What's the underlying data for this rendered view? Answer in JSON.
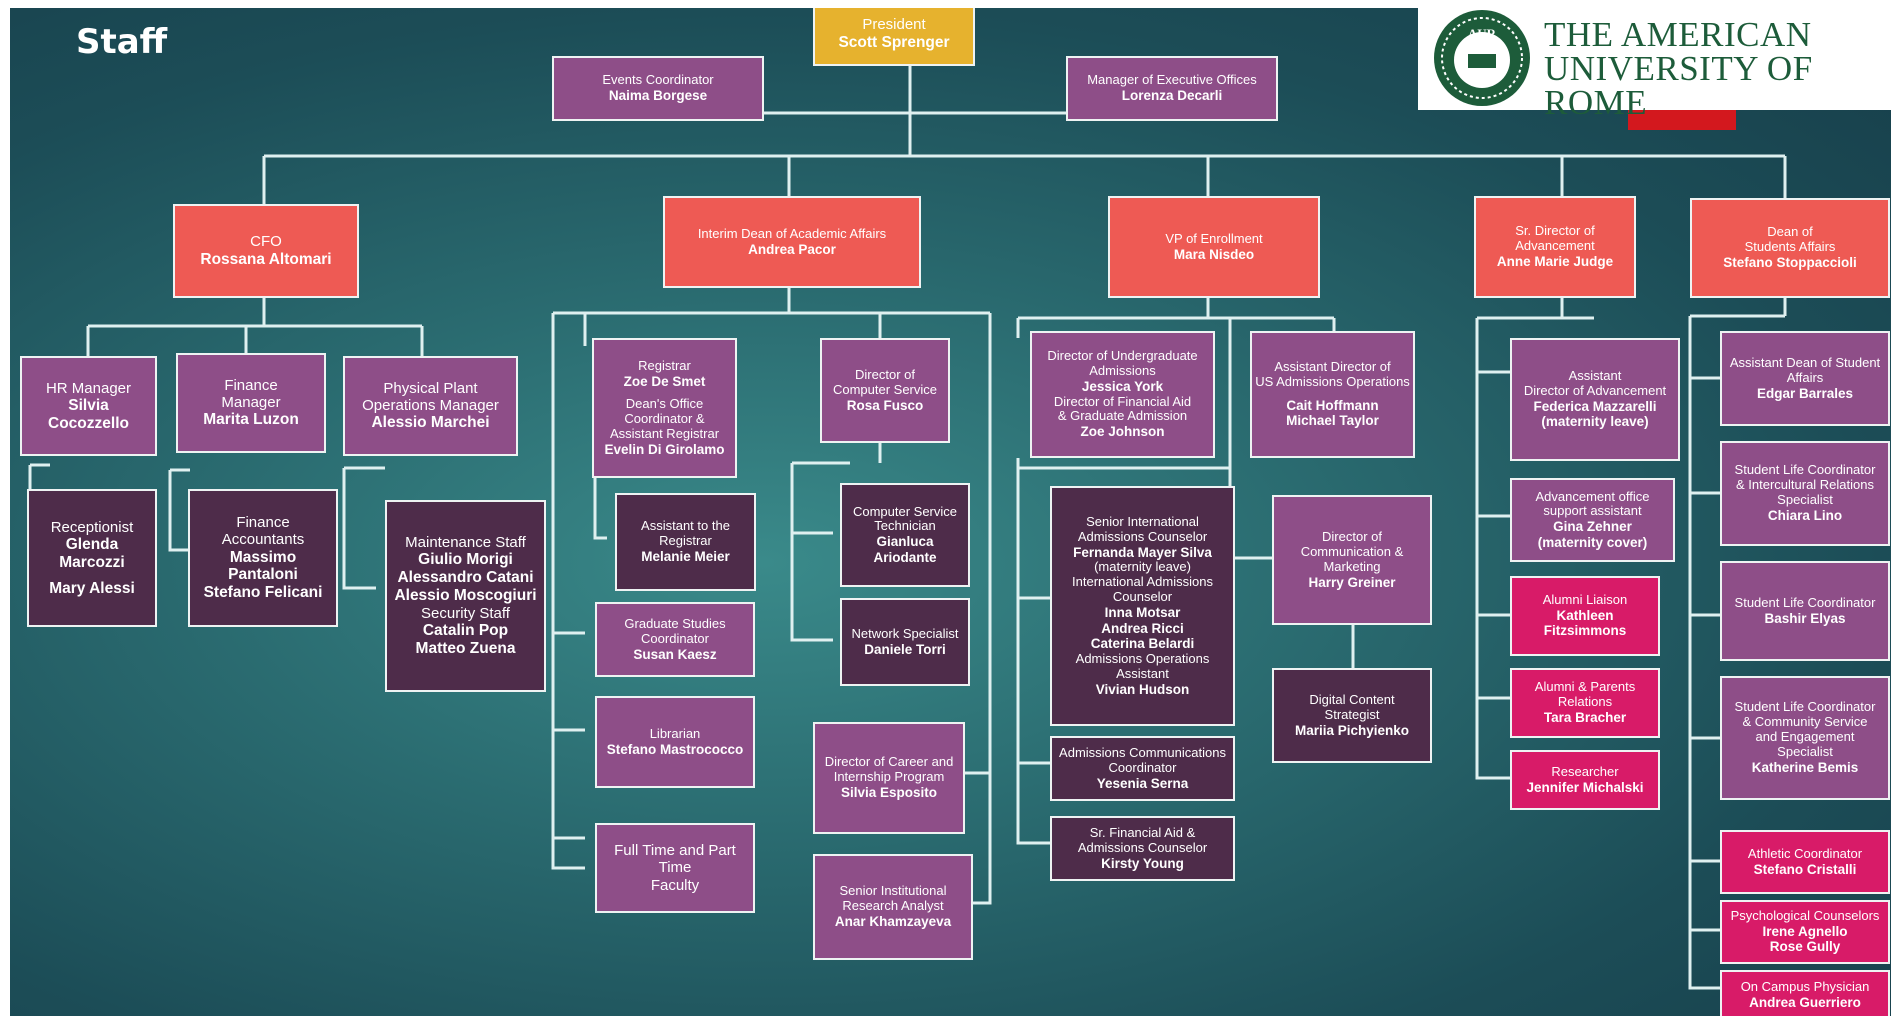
{
  "slide_title": "Staff",
  "logo": {
    "line1": "THE AMERICAN",
    "line2": "UNIVERSITY OF ROME",
    "seal_text": "AUR"
  },
  "colors": {
    "president": "#e6b22e",
    "senior": "#ee5a54",
    "manager": "#8e4e88",
    "staff": "#4e2c4a",
    "advancement_staff": "#d81b68",
    "background": "#1c4d57"
  },
  "nodes": {
    "president": {
      "lines": [
        {
          "t": "President"
        },
        {
          "n": "Scott Sprenger"
        }
      ]
    },
    "events": {
      "lines": [
        {
          "t": "Events Coordinator"
        },
        {
          "n": "Naima Borgese"
        }
      ]
    },
    "exec_mgr": {
      "lines": [
        {
          "t": "Manager of Executive Offices"
        },
        {
          "n": "Lorenza Decarli"
        }
      ]
    },
    "cfo": {
      "lines": [
        {
          "t": "CFO"
        },
        {
          "n": "Rossana Altomari"
        }
      ]
    },
    "dean_academic": {
      "lines": [
        {
          "t": "Interim Dean of Academic Affairs"
        },
        {
          "n": "Andrea Pacor"
        }
      ]
    },
    "vp_enroll": {
      "lines": [
        {
          "t": "VP of Enrollment"
        },
        {
          "n": "Mara Nisdeo"
        }
      ]
    },
    "dir_adv": {
      "lines": [
        {
          "t": "Sr. Director of Advancement"
        },
        {
          "n": "Anne Marie Judge"
        }
      ]
    },
    "dean_students": {
      "lines": [
        {
          "t": "Dean of"
        },
        {
          "t": "Students Affairs"
        },
        {
          "n": "Stefano Stoppaccioli"
        }
      ]
    },
    "hr": {
      "lines": [
        {
          "t": "HR Manager"
        },
        {
          "n": "Silvia"
        },
        {
          "n": "Cocozzello"
        }
      ]
    },
    "fin_mgr": {
      "lines": [
        {
          "t": "Finance"
        },
        {
          "t": "Manager"
        },
        {
          "n": "Marita Luzon"
        }
      ]
    },
    "plant_mgr": {
      "lines": [
        {
          "t": "Physical Plant"
        },
        {
          "t": "Operations Manager"
        },
        {
          "n": "Alessio Marchei"
        }
      ]
    },
    "reception": {
      "lines": [
        {
          "t": "Receptionist"
        },
        {
          "n": "Glenda"
        },
        {
          "n": "Marcozzi"
        },
        {
          "g": ""
        },
        {
          "n": "Mary Alessi"
        }
      ]
    },
    "fin_acc": {
      "lines": [
        {
          "t": "Finance"
        },
        {
          "t": "Accountants"
        },
        {
          "n": "Massimo"
        },
        {
          "n": "Pantaloni"
        },
        {
          "n": "Stefano Felicani"
        }
      ]
    },
    "maint": {
      "lines": [
        {
          "t": "Maintenance Staff"
        },
        {
          "n": "Giulio Morigi"
        },
        {
          "n": "Alessandro Catani"
        },
        {
          "n": "Alessio Moscogiuri"
        },
        {
          "t": "Security Staff"
        },
        {
          "n": "Catalin Pop"
        },
        {
          "n": "Matteo Zuena"
        }
      ]
    },
    "registrar": {
      "lines": [
        {
          "t": "Registrar"
        },
        {
          "n": "Zoe De Smet"
        },
        {
          "g": ""
        },
        {
          "t": "Dean's Office"
        },
        {
          "t": "Coordinator &"
        },
        {
          "t": "Assistant Registrar"
        },
        {
          "n": "Evelin Di Girolamo"
        }
      ]
    },
    "asst_reg": {
      "lines": [
        {
          "t": "Assistant to the"
        },
        {
          "t": "Registrar"
        },
        {
          "n": "Melanie Meier"
        }
      ]
    },
    "grad": {
      "lines": [
        {
          "t": "Graduate Studies"
        },
        {
          "t": "Coordinator"
        },
        {
          "n": "Susan Kaesz"
        }
      ]
    },
    "librarian": {
      "lines": [
        {
          "t": "Librarian"
        },
        {
          "n": "Stefano Mastrococco"
        }
      ]
    },
    "faculty": {
      "lines": [
        {
          "t": "Full Time and Part"
        },
        {
          "t": "Time"
        },
        {
          "t": "Faculty"
        }
      ]
    },
    "dir_cs": {
      "lines": [
        {
          "t": "Director of"
        },
        {
          "t": "Computer Service"
        },
        {
          "n": "Rosa Fusco"
        }
      ]
    },
    "cs_tech": {
      "lines": [
        {
          "t": "Computer Service"
        },
        {
          "t": "Technician"
        },
        {
          "n": "Gianluca"
        },
        {
          "n": "Ariodante"
        }
      ]
    },
    "net": {
      "lines": [
        {
          "t": "Network Specialist"
        },
        {
          "n": "Daniele Torri"
        }
      ]
    },
    "career": {
      "lines": [
        {
          "t": "Director of Career and"
        },
        {
          "t": "Internship Program"
        },
        {
          "n": "Silvia Esposito"
        }
      ]
    },
    "research_analyst": {
      "lines": [
        {
          "t": "Senior Institutional"
        },
        {
          "t": "Research Analyst"
        },
        {
          "n": "Anar Khamzayeva"
        }
      ]
    },
    "dir_ug": {
      "lines": [
        {
          "t": "Director of Undergraduate"
        },
        {
          "t": "Admissions"
        },
        {
          "n": "Jessica York"
        },
        {
          "t": "Director of Financial Aid"
        },
        {
          "t": "& Graduate Admission"
        },
        {
          "n": "Zoe Johnson"
        }
      ]
    },
    "asst_us": {
      "lines": [
        {
          "t": "Assistant Director of"
        },
        {
          "t": "US Admissions Operations"
        },
        {
          "g": ""
        },
        {
          "n": "Cait Hoffmann"
        },
        {
          "n": "Michael Taylor"
        }
      ]
    },
    "intl": {
      "lines": [
        {
          "t": "Senior International"
        },
        {
          "t": "Admissions Counselor"
        },
        {
          "n": "Fernanda Mayer Silva"
        },
        {
          "t": "(maternity leave)"
        },
        {
          "t": "International Admissions"
        },
        {
          "t": "Counselor"
        },
        {
          "n": "Inna Motsar"
        },
        {
          "n": "Andrea Ricci"
        },
        {
          "n": "Caterina Belardi"
        },
        {
          "t": "Admissions Operations"
        },
        {
          "t": "Assistant"
        },
        {
          "n": "Vivian Hudson"
        }
      ]
    },
    "adm_comm": {
      "lines": [
        {
          "t": "Admissions Communications"
        },
        {
          "t": "Coordinator"
        },
        {
          "n": "Yesenia Serna"
        }
      ]
    },
    "fin_aid": {
      "lines": [
        {
          "t": "Sr. Financial Aid &"
        },
        {
          "t": "Admissions Counselor"
        },
        {
          "n": "Kirsty Young"
        }
      ]
    },
    "dir_comm": {
      "lines": [
        {
          "t": "Director of"
        },
        {
          "t": "Communication &"
        },
        {
          "t": "Marketing"
        },
        {
          "n": "Harry Greiner"
        }
      ]
    },
    "digital": {
      "lines": [
        {
          "t": "Digital Content"
        },
        {
          "t": "Strategist"
        },
        {
          "n": "Mariia Pichyienko"
        }
      ]
    },
    "asst_adv": {
      "lines": [
        {
          "t": "Assistant"
        },
        {
          "t": "Director of Advancement"
        },
        {
          "n": "Federica Mazzarelli"
        },
        {
          "n": "(maternity leave)"
        }
      ]
    },
    "adv_support": {
      "lines": [
        {
          "t": "Advancement office"
        },
        {
          "t": "support assistant"
        },
        {
          "n": "Gina Zehner"
        },
        {
          "n": "(maternity cover)"
        }
      ]
    },
    "alumni": {
      "lines": [
        {
          "t": "Alumni Liaison"
        },
        {
          "n": "Kathleen"
        },
        {
          "n": "Fitzsimmons"
        }
      ]
    },
    "alumni_parents": {
      "lines": [
        {
          "t": "Alumni & Parents"
        },
        {
          "t": "Relations"
        },
        {
          "n": "Tara Bracher"
        }
      ]
    },
    "researcher": {
      "lines": [
        {
          "t": "Researcher"
        },
        {
          "n": "Jennifer Michalski"
        }
      ]
    },
    "asst_dean_students": {
      "lines": [
        {
          "t": "Assistant Dean of Student"
        },
        {
          "t": "Affairs"
        },
        {
          "n": "Edgar Barrales"
        }
      ]
    },
    "slc_intl": {
      "lines": [
        {
          "t": "Student Life Coordinator"
        },
        {
          "t": "& Intercultural Relations"
        },
        {
          "t": "Specialist"
        },
        {
          "n": "Chiara Lino"
        }
      ]
    },
    "slc": {
      "lines": [
        {
          "t": "Student Life Coordinator"
        },
        {
          "n": "Bashir Elyas"
        }
      ]
    },
    "slc_comm": {
      "lines": [
        {
          "t": "Student Life Coordinator"
        },
        {
          "t": "& Community Service"
        },
        {
          "t": "and Engagement"
        },
        {
          "t": "Specialist"
        },
        {
          "n": "Katherine Bemis"
        }
      ]
    },
    "athletic": {
      "lines": [
        {
          "t": "Athletic Coordinator"
        },
        {
          "n": "Stefano Cristalli"
        }
      ]
    },
    "psych": {
      "lines": [
        {
          "t": "Psychological Counselors"
        },
        {
          "n": "Irene Agnello"
        },
        {
          "n": "Rose Gully"
        }
      ]
    },
    "physician": {
      "lines": [
        {
          "t": "On Campus Physician"
        },
        {
          "n": "Andrea Guerriero"
        }
      ]
    }
  }
}
